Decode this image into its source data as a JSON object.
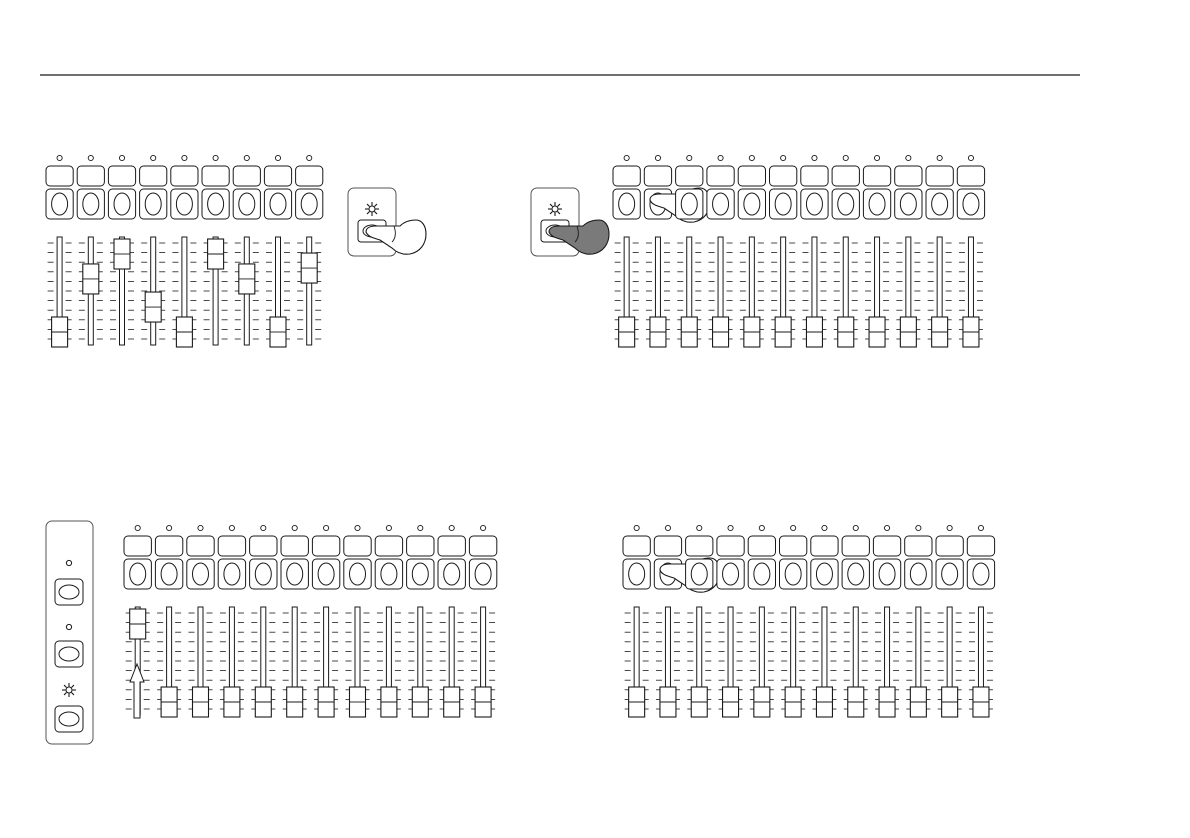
{
  "colors": {
    "line": "#1a1a1a",
    "fill": "#ffffff",
    "hand_gray": "#7a7a7a",
    "panel_border": "#555555"
  },
  "icons": {
    "pointing_hand": "pointing-hand-icon",
    "lit_led": "led-lit-icon",
    "up_arrow": "up-arrow-icon"
  },
  "panels": [
    {
      "id": "top-left",
      "channels": 9,
      "fader_levels": [
        0.0,
        0.68,
        1.0,
        0.32,
        0.0,
        1.0,
        0.68,
        0.0,
        0.82
      ],
      "pressed_button": null,
      "callout": "finger-press-lit"
    },
    {
      "id": "top-right",
      "channels": 12,
      "fader_levels": [
        0,
        0,
        0,
        0,
        0,
        0,
        0,
        0,
        0,
        0,
        0,
        0
      ],
      "pressed_button": 1,
      "callout": "gray-finger-press-lit",
      "lit_led": 1
    },
    {
      "id": "bottom-left",
      "channels": 12,
      "fader_levels": [
        1.0,
        0,
        0,
        0,
        0,
        0,
        0,
        0,
        0,
        0,
        0,
        0
      ],
      "pressed_button": null,
      "side_panel": true,
      "arrow_on_fader": 1
    },
    {
      "id": "bottom-right",
      "channels": 12,
      "fader_levels": [
        0,
        0,
        0,
        0,
        0,
        0,
        0,
        0,
        0,
        0,
        0,
        0
      ],
      "pressed_button": 1
    }
  ]
}
